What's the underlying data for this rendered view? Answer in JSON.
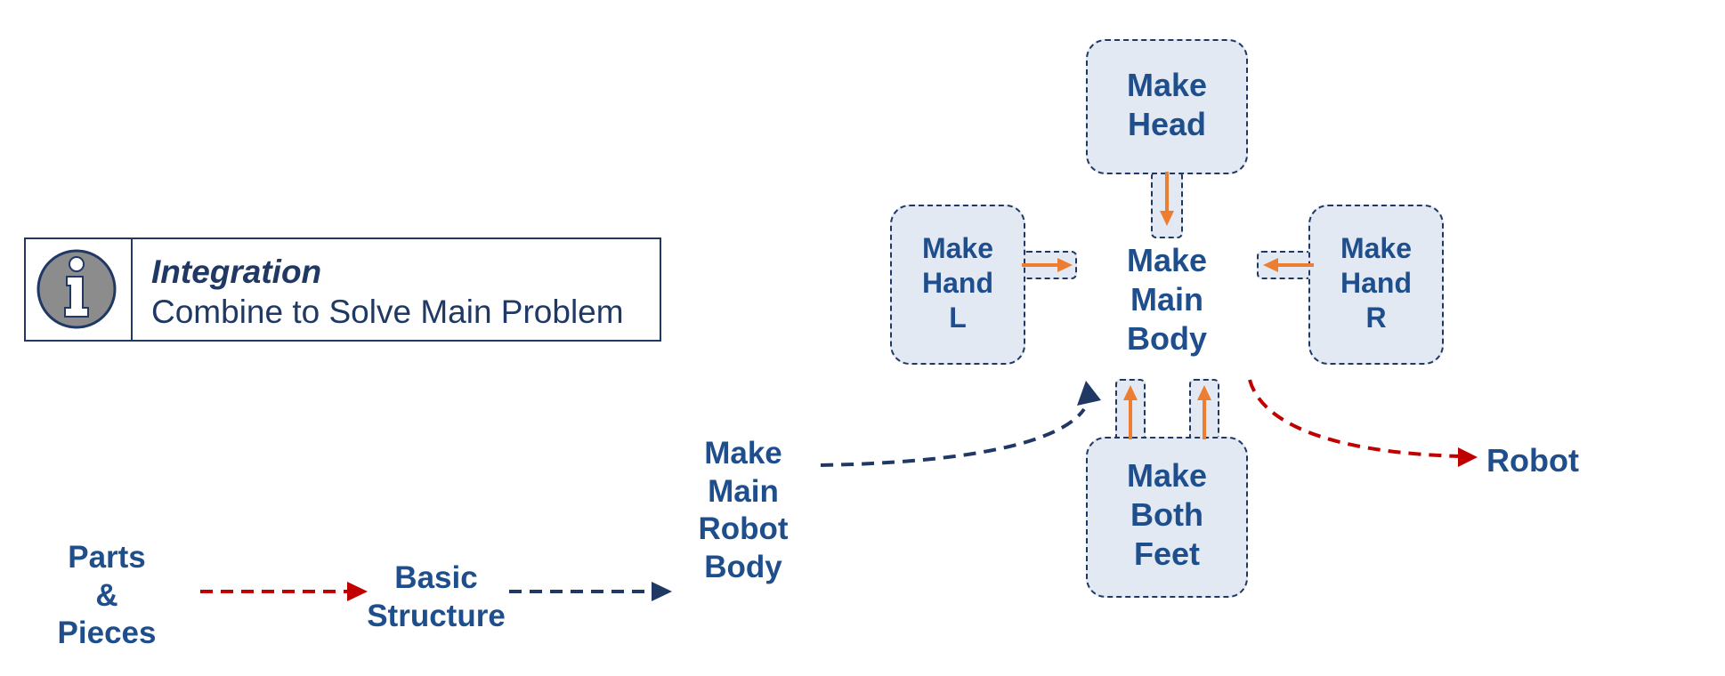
{
  "info": {
    "title": "Integration",
    "subtitle": "Combine to Solve Main Problem",
    "icon": "info-icon"
  },
  "colors": {
    "text": "#1f4e8c",
    "border": "#1f3864",
    "box_fill": "#e3e9f2",
    "red_arrow": "#c00000",
    "navy_arrow": "#1f3864",
    "orange_arrow": "#ed7d31"
  },
  "flow": {
    "parts_pieces": "Parts\n&\nPieces",
    "basic_structure": "Basic\nStructure",
    "make_main_robot_body": "Make\nMain\nRobot\nBody",
    "robot": "Robot"
  },
  "modules": {
    "make_head": "Make\nHead",
    "make_hand_l": "Make\nHand\nL",
    "make_main_body": "Make\nMain\nBody",
    "make_hand_r": "Make\nHand\nR",
    "make_both_feet": "Make\nBoth\nFeet"
  }
}
